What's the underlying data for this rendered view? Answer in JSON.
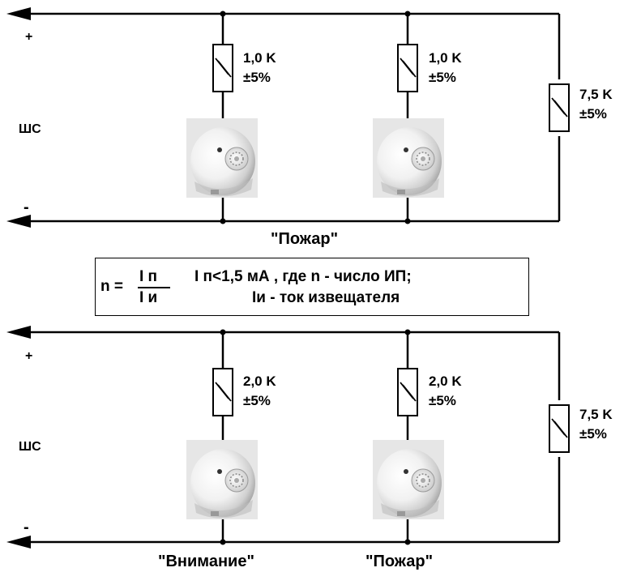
{
  "top_circuit": {
    "plus": "+",
    "minus": "-",
    "loop_label": "ШС",
    "resistors": [
      {
        "value": "1,0 K",
        "tolerance": "±5%"
      },
      {
        "value": "1,0 K",
        "tolerance": "±5%"
      },
      {
        "value": "7,5 K",
        "tolerance": "±5%"
      }
    ],
    "state_labels": [
      "\"Пожар\""
    ]
  },
  "formula": {
    "lhs": "n =",
    "numerator": "I п",
    "denominator": "I и",
    "line1": "I п<1,5 мА , где n - число ИП;",
    "line2": "Iи - ток извещателя"
  },
  "bottom_circuit": {
    "plus": "+",
    "minus": "-",
    "loop_label": "ШС",
    "resistors": [
      {
        "value": "2,0 K",
        "tolerance": "±5%"
      },
      {
        "value": "2,0 K",
        "tolerance": "±5%"
      },
      {
        "value": "7,5 K",
        "tolerance": "±5%"
      }
    ],
    "state_labels": [
      "\"Внимание\"",
      "\"Пожар\""
    ]
  },
  "colors": {
    "line": "#000000",
    "detector_body": "#e6e6e6",
    "background": "#ffffff"
  },
  "icons": [
    "smoke-detector-icon",
    "resistor-icon",
    "arrow-left-icon"
  ]
}
